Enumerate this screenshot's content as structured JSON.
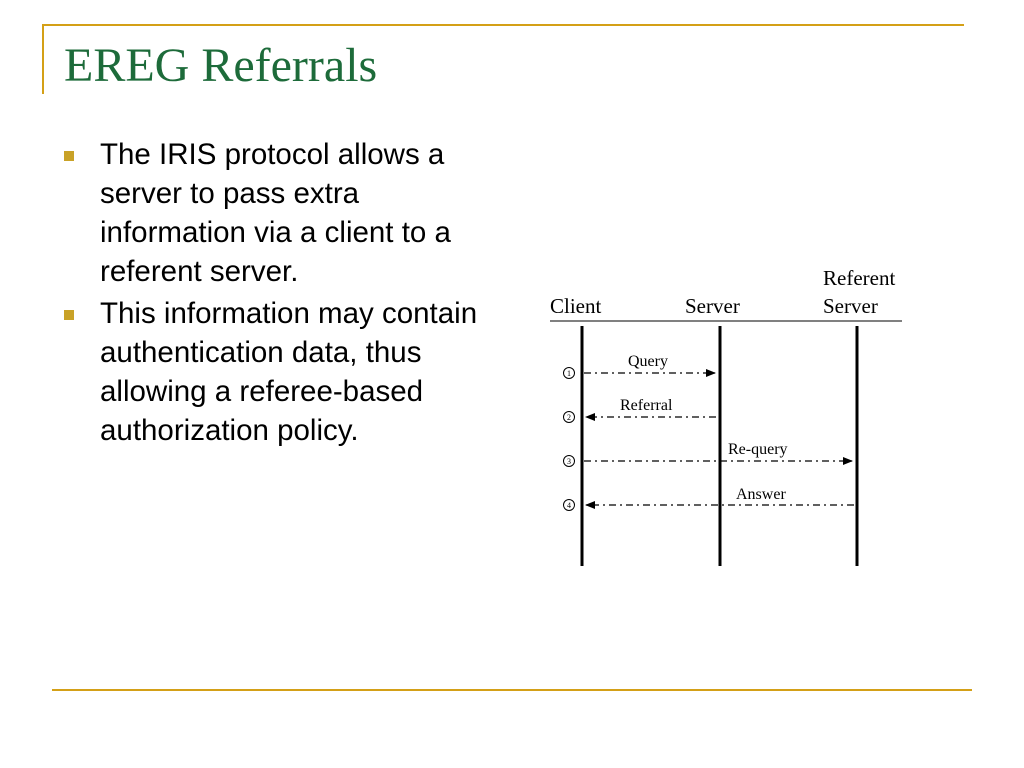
{
  "colors": {
    "accent": "#D4A017",
    "title": "#1D6B3A",
    "text": "#000000",
    "bullet_marker": "#C9A227"
  },
  "slide": {
    "title": "EREG Referrals",
    "bullets": [
      "The IRIS protocol allows a server to pass extra information via a client to a referent server.",
      "This information may contain authentication data, thus allowing a referee-based authorization policy."
    ]
  },
  "diagram": {
    "participants": {
      "client": "Client",
      "server": "Server",
      "referent_line1": "Referent",
      "referent_line2": "Server"
    },
    "messages": [
      {
        "step": "1",
        "label": "Query",
        "from": "Client",
        "to": "Server"
      },
      {
        "step": "2",
        "label": "Referral",
        "from": "Server",
        "to": "Client"
      },
      {
        "step": "3",
        "label": "Re-query",
        "from": "Client",
        "to": "Referent Server"
      },
      {
        "step": "4",
        "label": "Answer",
        "from": "Referent Server",
        "to": "Client"
      }
    ]
  }
}
